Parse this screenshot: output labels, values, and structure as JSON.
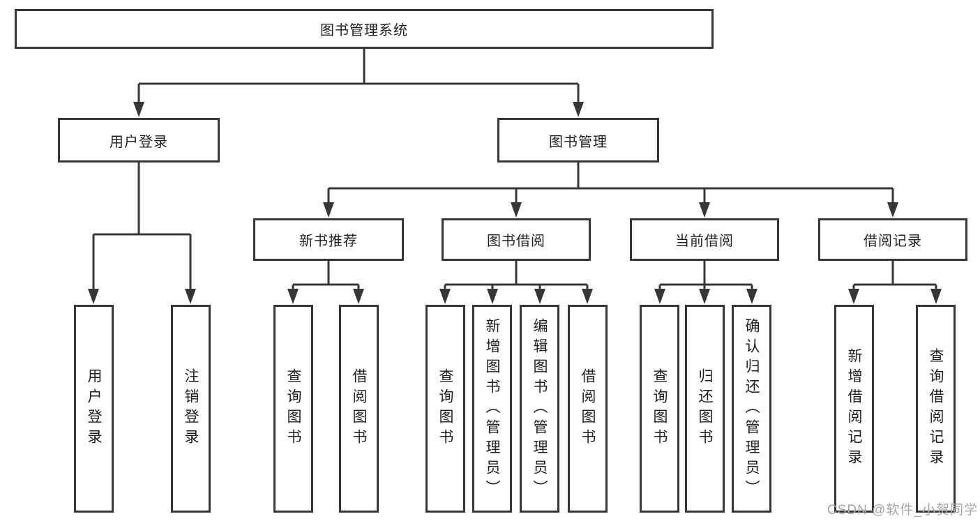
{
  "diagram_title": "图书管理系统",
  "nodes": {
    "root": {
      "label": "图书管理系统"
    },
    "level2": [
      {
        "label": "用户登录"
      },
      {
        "label": "图书管理"
      }
    ],
    "level3": [
      {
        "label": "新书推荐",
        "parent": "图书管理"
      },
      {
        "label": "图书借阅",
        "parent": "图书管理"
      },
      {
        "label": "当前借阅",
        "parent": "图书管理"
      },
      {
        "label": "借阅记录",
        "parent": "图书管理"
      }
    ],
    "leaves": [
      {
        "label": "用户登录",
        "parent": "用户登录"
      },
      {
        "label": "注销登录",
        "parent": "用户登录"
      },
      {
        "label": "查询图书",
        "parent": "新书推荐"
      },
      {
        "label": "借阅图书",
        "parent": "新书推荐"
      },
      {
        "label": "查询图书",
        "parent": "图书借阅"
      },
      {
        "label": "新增图书（管理员）",
        "parent": "图书借阅"
      },
      {
        "label": "编辑图书（管理员）",
        "parent": "图书借阅"
      },
      {
        "label": "借阅图书",
        "parent": "图书借阅"
      },
      {
        "label": "查询图书",
        "parent": "当前借阅"
      },
      {
        "label": "归还图书",
        "parent": "当前借阅"
      },
      {
        "label": "确认归还（管理员）",
        "parent": "当前借阅"
      },
      {
        "label": "新增借阅记录",
        "parent": "借阅记录"
      },
      {
        "label": "查询借阅记录",
        "parent": "借阅记录"
      }
    ]
  },
  "watermark": {
    "text": "CSDN @软件_小贺同学"
  },
  "colors": {
    "background": "#ffffff",
    "border": "#363636",
    "connector": "#363636",
    "text": "#1f1f1f",
    "watermark": "#a6a6a6"
  }
}
